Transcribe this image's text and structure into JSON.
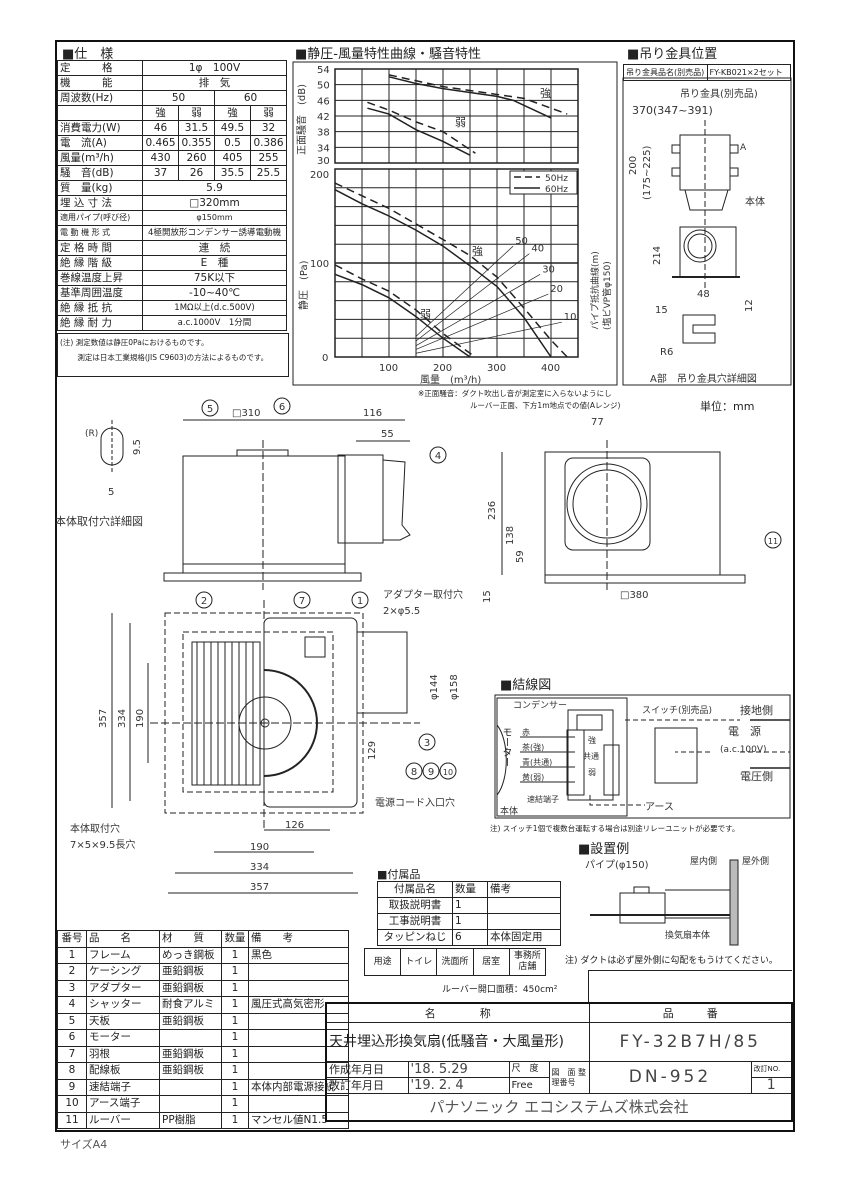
{
  "spec": {
    "title": "■仕　様",
    "rows": [
      [
        "定　　　格",
        "1φ　100V"
      ],
      [
        "機　　　能",
        "排　気"
      ],
      [
        "周波数(Hz)",
        "50",
        "60"
      ],
      [
        "",
        "強",
        "弱",
        "強",
        "弱"
      ],
      [
        "消費電力(W)",
        "46",
        "31.5",
        "49.5",
        "32"
      ],
      [
        "電　流(A)",
        "0.465",
        "0.355",
        "0.5",
        "0.386"
      ],
      [
        "風量(m³/h)",
        "430",
        "260",
        "405",
        "255"
      ],
      [
        "騒　音(dB)",
        "37",
        "26",
        "35.5",
        "25.5"
      ],
      [
        "質　量(kg)",
        "5.9"
      ],
      [
        "埋 込 寸 法",
        "□320mm"
      ],
      [
        "適用パイプ(呼び径)",
        "φ150mm"
      ],
      [
        "電 動 機 形 式",
        "4極開放形コンデンサー誘導電動機"
      ],
      [
        "定 格 時 間",
        "連　続"
      ],
      [
        "絶 縁 階 級",
        "E　種"
      ],
      [
        "巻線温度上昇",
        "75K以下"
      ],
      [
        "基準周囲温度",
        "-10~40℃"
      ],
      [
        "絶 縁 抵 抗",
        "1MΩ以上(d.c.500V)"
      ],
      [
        "絶 縁 耐 力",
        "a.c.1000V　1分間"
      ]
    ],
    "notes": [
      "(注) 測定数値は静圧0Paにおけるものです。",
      "　　 測定は日本工業規格(JIS C9603)の方法によるものです。"
    ]
  },
  "chart_data": {
    "type": "line",
    "title": "■静圧-風量特性曲線・騒音特性",
    "xlabel": "風量　(m³/h)",
    "x_ticks": [
      "100",
      "200",
      "300",
      "400"
    ],
    "xlim": [
      0,
      450
    ],
    "noise": {
      "ylabel": "正面騒音　(dB)",
      "ylim": [
        30,
        54
      ],
      "y_ticks": [
        "54",
        "50",
        "46",
        "42",
        "38",
        "34",
        "30"
      ],
      "series": [
        {
          "name": "強 50Hz",
          "style": "dashed",
          "points": [
            [
              100,
              52.5
            ],
            [
              200,
              49.5
            ],
            [
              300,
              47.5
            ],
            [
              350,
              46.5
            ],
            [
              430,
              42.5
            ]
          ]
        },
        {
          "name": "強 60Hz",
          "style": "solid",
          "points": [
            [
              100,
              52
            ],
            [
              150,
              50.3
            ],
            [
              200,
              49
            ],
            [
              250,
              48
            ],
            [
              300,
              47
            ],
            [
              330,
              46
            ],
            [
              400,
              41.5
            ]
          ]
        },
        {
          "name": "弱 50Hz",
          "style": "dashed",
          "points": [
            [
              60,
              45.5
            ],
            [
              100,
              43.5
            ],
            [
              150,
              40.5
            ],
            [
              200,
              38
            ],
            [
              260,
              32.5
            ]
          ]
        },
        {
          "name": "弱 60Hz",
          "style": "solid",
          "points": [
            [
              60,
              44
            ],
            [
              100,
              42.5
            ],
            [
              150,
              38.5
            ],
            [
              200,
              35.5
            ],
            [
              250,
              32
            ]
          ]
        }
      ],
      "labels": {
        "strong": "強",
        "weak": "弱"
      }
    },
    "pressure": {
      "ylabel": "静圧　(Pa)",
      "ylim": [
        0,
        200
      ],
      "y_ticks": [
        "200",
        "100",
        "0"
      ],
      "series": [
        {
          "name": "強 50Hz",
          "style": "dashed",
          "points": [
            [
              0,
              185
            ],
            [
              100,
              158
            ],
            [
              200,
              125
            ],
            [
              250,
              108
            ],
            [
              300,
              85
            ],
            [
              350,
              52
            ],
            [
              400,
              18
            ],
            [
              430,
              0
            ]
          ]
        },
        {
          "name": "強 60Hz",
          "style": "solid",
          "points": [
            [
              0,
              178
            ],
            [
              50,
              163
            ],
            [
              100,
              150
            ],
            [
              150,
              135
            ],
            [
              200,
              118
            ],
            [
              250,
              97
            ],
            [
              300,
              75
            ],
            [
              350,
              42
            ],
            [
              400,
              0
            ]
          ]
        },
        {
          "name": "弱 50Hz",
          "style": "dashed",
          "points": [
            [
              0,
              98
            ],
            [
              50,
              83
            ],
            [
              100,
              70
            ],
            [
              150,
              50
            ],
            [
              200,
              25
            ],
            [
              240,
              8
            ],
            [
              260,
              0
            ]
          ]
        },
        {
          "name": "弱 60Hz",
          "style": "solid",
          "points": [
            [
              0,
              88
            ],
            [
              50,
              77
            ],
            [
              100,
              63
            ],
            [
              150,
              43
            ],
            [
              200,
              20
            ],
            [
              250,
              0
            ]
          ]
        }
      ],
      "pipe_resistance": {
        "label": "パイプ抵抗曲線(m)",
        "sublabel": "(塩ビVP管φ150)",
        "lines": [
          {
            "name": "50",
            "points": [
              [
                150,
                22
              ],
              [
                330,
                118
              ]
            ]
          },
          {
            "name": "40",
            "points": [
              [
                150,
                17
              ],
              [
                360,
                110
              ]
            ]
          },
          {
            "name": "30",
            "points": [
              [
                150,
                12
              ],
              [
                380,
                88
              ]
            ]
          },
          {
            "name": "20",
            "points": [
              [
                150,
                8
              ],
              [
                395,
                67
              ]
            ]
          },
          {
            "name": "10",
            "points": [
              [
                150,
                4
              ],
              [
                420,
                37
              ]
            ]
          }
        ]
      },
      "labels": {
        "strong": "強",
        "weak": "弱"
      }
    },
    "legend": [
      "50Hz",
      "60Hz"
    ],
    "legend_position": "top-right",
    "note": [
      "※正面騒音：ダクト吹出し音が測定室に入らないようにし",
      "ルーバー正面、下方1m地点での値(Aレンジ)"
    ]
  },
  "hanger": {
    "title": "■吊り金具位置",
    "name_label": "吊り金具品名(別売品)",
    "name_value": "FY-KB021×2セット",
    "part_label": "吊り金具(別売品)",
    "dim_width": "370(347~391)",
    "dim_height": "200",
    "dim_height_range": "(175~225)",
    "marker_a": "A",
    "body_label": "本体",
    "dim_214": "214",
    "dim_48": "48",
    "dim_15": "15",
    "dim_12": "12",
    "dim_r6": "R6",
    "detail_caption": "A部　吊り金具穴詳細図",
    "unit": "単位：mm"
  },
  "drawings": {
    "hole_r": "(R)",
    "hole_95": "9.5",
    "hole_5": "5",
    "hole_caption": "本体取付穴詳細図",
    "d310": "□310",
    "d116": "116",
    "d55": "55",
    "d236": "236",
    "d138": "138",
    "d59": "59",
    "d15": "15",
    "d77": "77",
    "d380": "□380",
    "adapter_hole": "アダプター取付穴",
    "adapter_hole_spec": "2×φ5.5",
    "d144": "φ144",
    "d158": "φ158",
    "d129": "129",
    "cord_hole": "電源コード入口穴",
    "mount_hole": "本体取付穴",
    "mount_hole_spec": "7×5×9.5長穴",
    "v357": "357",
    "v334": "334",
    "v190": "190",
    "h126": "126",
    "h190": "190",
    "h334": "334",
    "h357": "357",
    "callouts": [
      "1",
      "2",
      "3",
      "4",
      "5",
      "6",
      "7",
      "8",
      "9",
      "10",
      "11"
    ]
  },
  "wiring": {
    "title": "■結線図",
    "condenser": "コンデンサー",
    "motor": "モーター",
    "wires": [
      "赤",
      "茶(強)",
      "青(共通)",
      "黄(弱)"
    ],
    "terminals": [
      "強",
      "共通",
      "弱"
    ],
    "terminal_block": "速結端子",
    "body": "本体",
    "switch": "スイッチ(別売品)",
    "ground_side": "接地側",
    "power": "電　源",
    "power_spec": "(a.c.100V)",
    "voltage_side": "電圧側",
    "earth": "アース",
    "note": "注) スイッチ1個で複数台運転する場合は別途リレーユニットが必要です。"
  },
  "install": {
    "title": "■設置例",
    "pipe": "パイプ(φ150)",
    "indoor": "屋内側",
    "outdoor": "屋外側",
    "body": "換気扇本体",
    "note": "注) ダクトは必ず屋外側に勾配をもうけてください。"
  },
  "accessories": {
    "title": "■付属品",
    "headers": [
      "付属品名",
      "数量",
      "備考"
    ],
    "rows": [
      [
        "取扱説明書",
        "1",
        ""
      ],
      [
        "工事説明書",
        "1",
        ""
      ],
      [
        "タッピンねじ",
        "6",
        "本体固定用"
      ]
    ]
  },
  "usage": {
    "label": "用途",
    "items": [
      "トイレ",
      "洗面所",
      "居室",
      "事務所 店舗"
    ]
  },
  "louver_area": "ルーバー開口面積：450cm²",
  "parts": {
    "headers": [
      "番号",
      "品　　名",
      "材　　質",
      "数量",
      "備　　考"
    ],
    "rows": [
      [
        "1",
        "フレーム",
        "めっき鋼板",
        "1",
        "黒色"
      ],
      [
        "2",
        "ケーシング",
        "亜鉛鋼板",
        "1",
        ""
      ],
      [
        "3",
        "アダプター",
        "亜鉛鋼板",
        "1",
        ""
      ],
      [
        "4",
        "シャッター",
        "耐食アルミ",
        "1",
        "風圧式高気密形"
      ],
      [
        "5",
        "天板",
        "亜鉛鋼板",
        "1",
        ""
      ],
      [
        "6",
        "モーター",
        "",
        "1",
        ""
      ],
      [
        "7",
        "羽根",
        "亜鉛鋼板",
        "1",
        ""
      ],
      [
        "8",
        "配線板",
        "亜鉛鋼板",
        "1",
        ""
      ],
      [
        "9",
        "速結端子",
        "",
        "1",
        "本体内部電源接続"
      ],
      [
        "10",
        "アース端子",
        "",
        "1",
        ""
      ],
      [
        "11",
        "ルーバー",
        "PP樹脂",
        "1",
        "マンセル値N1.5"
      ]
    ]
  },
  "title_block": {
    "name_header": "名　　　　称",
    "product_header": "品　　　番",
    "name": "天井埋込形換気扇(低騒音・大風量形)",
    "product_no": "FY-32B7H/85",
    "created_label": "作成年月日",
    "created": "'18. 5.29",
    "revised_label": "改訂年月日",
    "revised": "'19. 2. 4",
    "scale_label": "尺　度",
    "scale": "Free",
    "drawing_no_label": "図　面 整理番号",
    "drawing_no": "DN-952",
    "revision_label": "改訂NO.",
    "revision": "1",
    "company": "パナソニック エコシステムズ株式会社"
  },
  "paper_size": "サイズA4"
}
